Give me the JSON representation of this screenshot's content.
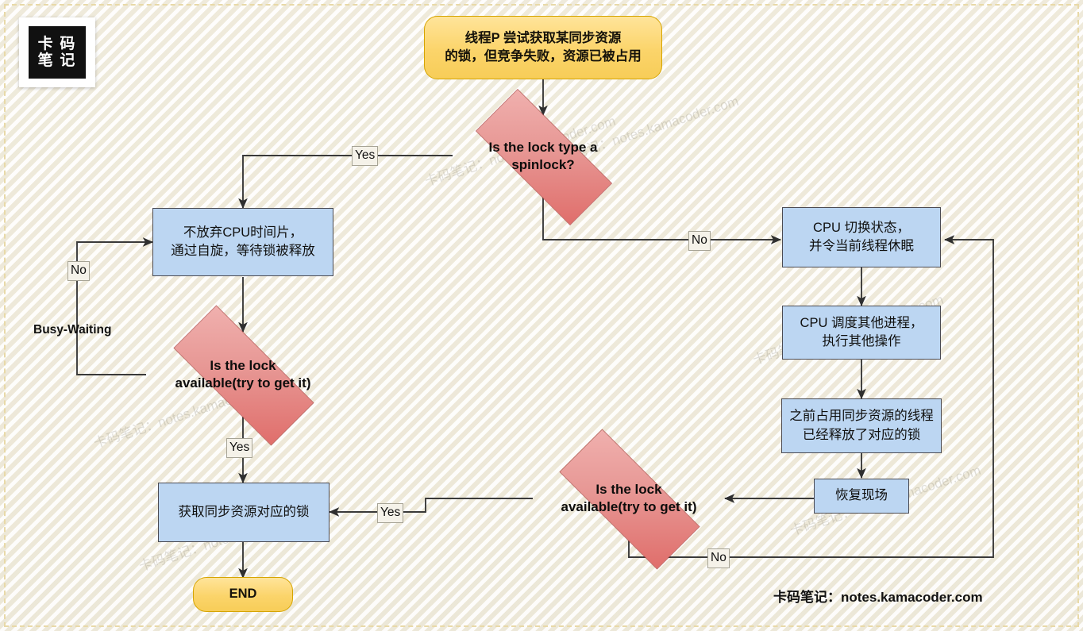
{
  "logo": {
    "line1": "卡 码",
    "line2": "笔 记",
    "alt": "kamacoder-notes-logo"
  },
  "footer": {
    "credit": "卡码笔记：notes.kamacoder.com"
  },
  "watermark": {
    "text": "卡码笔记：notes.kamacoder.com"
  },
  "annotations": {
    "busy_waiting": "Busy-Waiting"
  },
  "colors": {
    "terminal_fill": "#fbd46a",
    "process_fill": "#bcd6f2",
    "decision_fill": "#e7908d",
    "edge_stroke": "#3a3a3a",
    "canvas_bg": "#f3efe4"
  },
  "nodes": {
    "start": {
      "id": "start",
      "type": "terminal",
      "text": "线程P 尝试获取某同步资源\n的锁，但竞争失败，资源已被占用"
    },
    "d_spinlock": {
      "id": "d_spinlock",
      "type": "decision",
      "text": "Is the lock type a\nspinlock?"
    },
    "spin_wait": {
      "id": "spin_wait",
      "type": "process",
      "text": "不放弃CPU时间片，\n通过自旋，等待锁被释放"
    },
    "d_lock_avail_left": {
      "id": "d_lock_avail_left",
      "type": "decision",
      "text": "Is the lock\navailable(try to get it)"
    },
    "acquire_lock": {
      "id": "acquire_lock",
      "type": "process",
      "text": "获取同步资源对应的锁"
    },
    "end": {
      "id": "end",
      "type": "terminal",
      "text": "END"
    },
    "cpu_switch": {
      "id": "cpu_switch",
      "type": "process",
      "text": "CPU 切换状态，\n并令当前线程休眠"
    },
    "cpu_schedule": {
      "id": "cpu_schedule",
      "type": "process",
      "text": "CPU 调度其他进程，\n执行其他操作"
    },
    "lock_released": {
      "id": "lock_released",
      "type": "process",
      "text": "之前占用同步资源的线程\n已经释放了对应的锁"
    },
    "restore_ctx": {
      "id": "restore_ctx",
      "type": "process",
      "text": "恢复现场"
    },
    "d_lock_avail_right": {
      "id": "d_lock_avail_right",
      "type": "decision",
      "text": "Is the lock\navailable(try to get it)"
    }
  },
  "edges": [
    {
      "id": "e_start_spin",
      "from": "start",
      "to": "d_spinlock",
      "label": ""
    },
    {
      "id": "e_spin_yes",
      "from": "d_spinlock",
      "to": "spin_wait",
      "label": "Yes"
    },
    {
      "id": "e_spin_no",
      "from": "d_spinlock",
      "to": "cpu_switch",
      "label": "No"
    },
    {
      "id": "e_spinwait_d",
      "from": "spin_wait",
      "to": "d_lock_avail_left",
      "label": ""
    },
    {
      "id": "e_left_no",
      "from": "d_lock_avail_left",
      "to": "spin_wait",
      "label": "No"
    },
    {
      "id": "e_left_yes",
      "from": "d_lock_avail_left",
      "to": "acquire_lock",
      "label": "Yes"
    },
    {
      "id": "e_acquire_end",
      "from": "acquire_lock",
      "to": "end",
      "label": ""
    },
    {
      "id": "e_switch_sched",
      "from": "cpu_switch",
      "to": "cpu_schedule",
      "label": ""
    },
    {
      "id": "e_sched_released",
      "from": "cpu_schedule",
      "to": "lock_released",
      "label": ""
    },
    {
      "id": "e_released_restore",
      "from": "lock_released",
      "to": "restore_ctx",
      "label": ""
    },
    {
      "id": "e_restore_d",
      "from": "restore_ctx",
      "to": "d_lock_avail_right",
      "label": ""
    },
    {
      "id": "e_right_yes",
      "from": "d_lock_avail_right",
      "to": "acquire_lock",
      "label": "Yes"
    },
    {
      "id": "e_right_no",
      "from": "d_lock_avail_right",
      "to": "cpu_switch",
      "label": "No"
    }
  ],
  "edge_labels": {
    "spinlock_yes": "Yes",
    "spinlock_no": "No",
    "left_no": "No",
    "left_yes": "Yes",
    "right_yes": "Yes",
    "right_no": "No"
  }
}
